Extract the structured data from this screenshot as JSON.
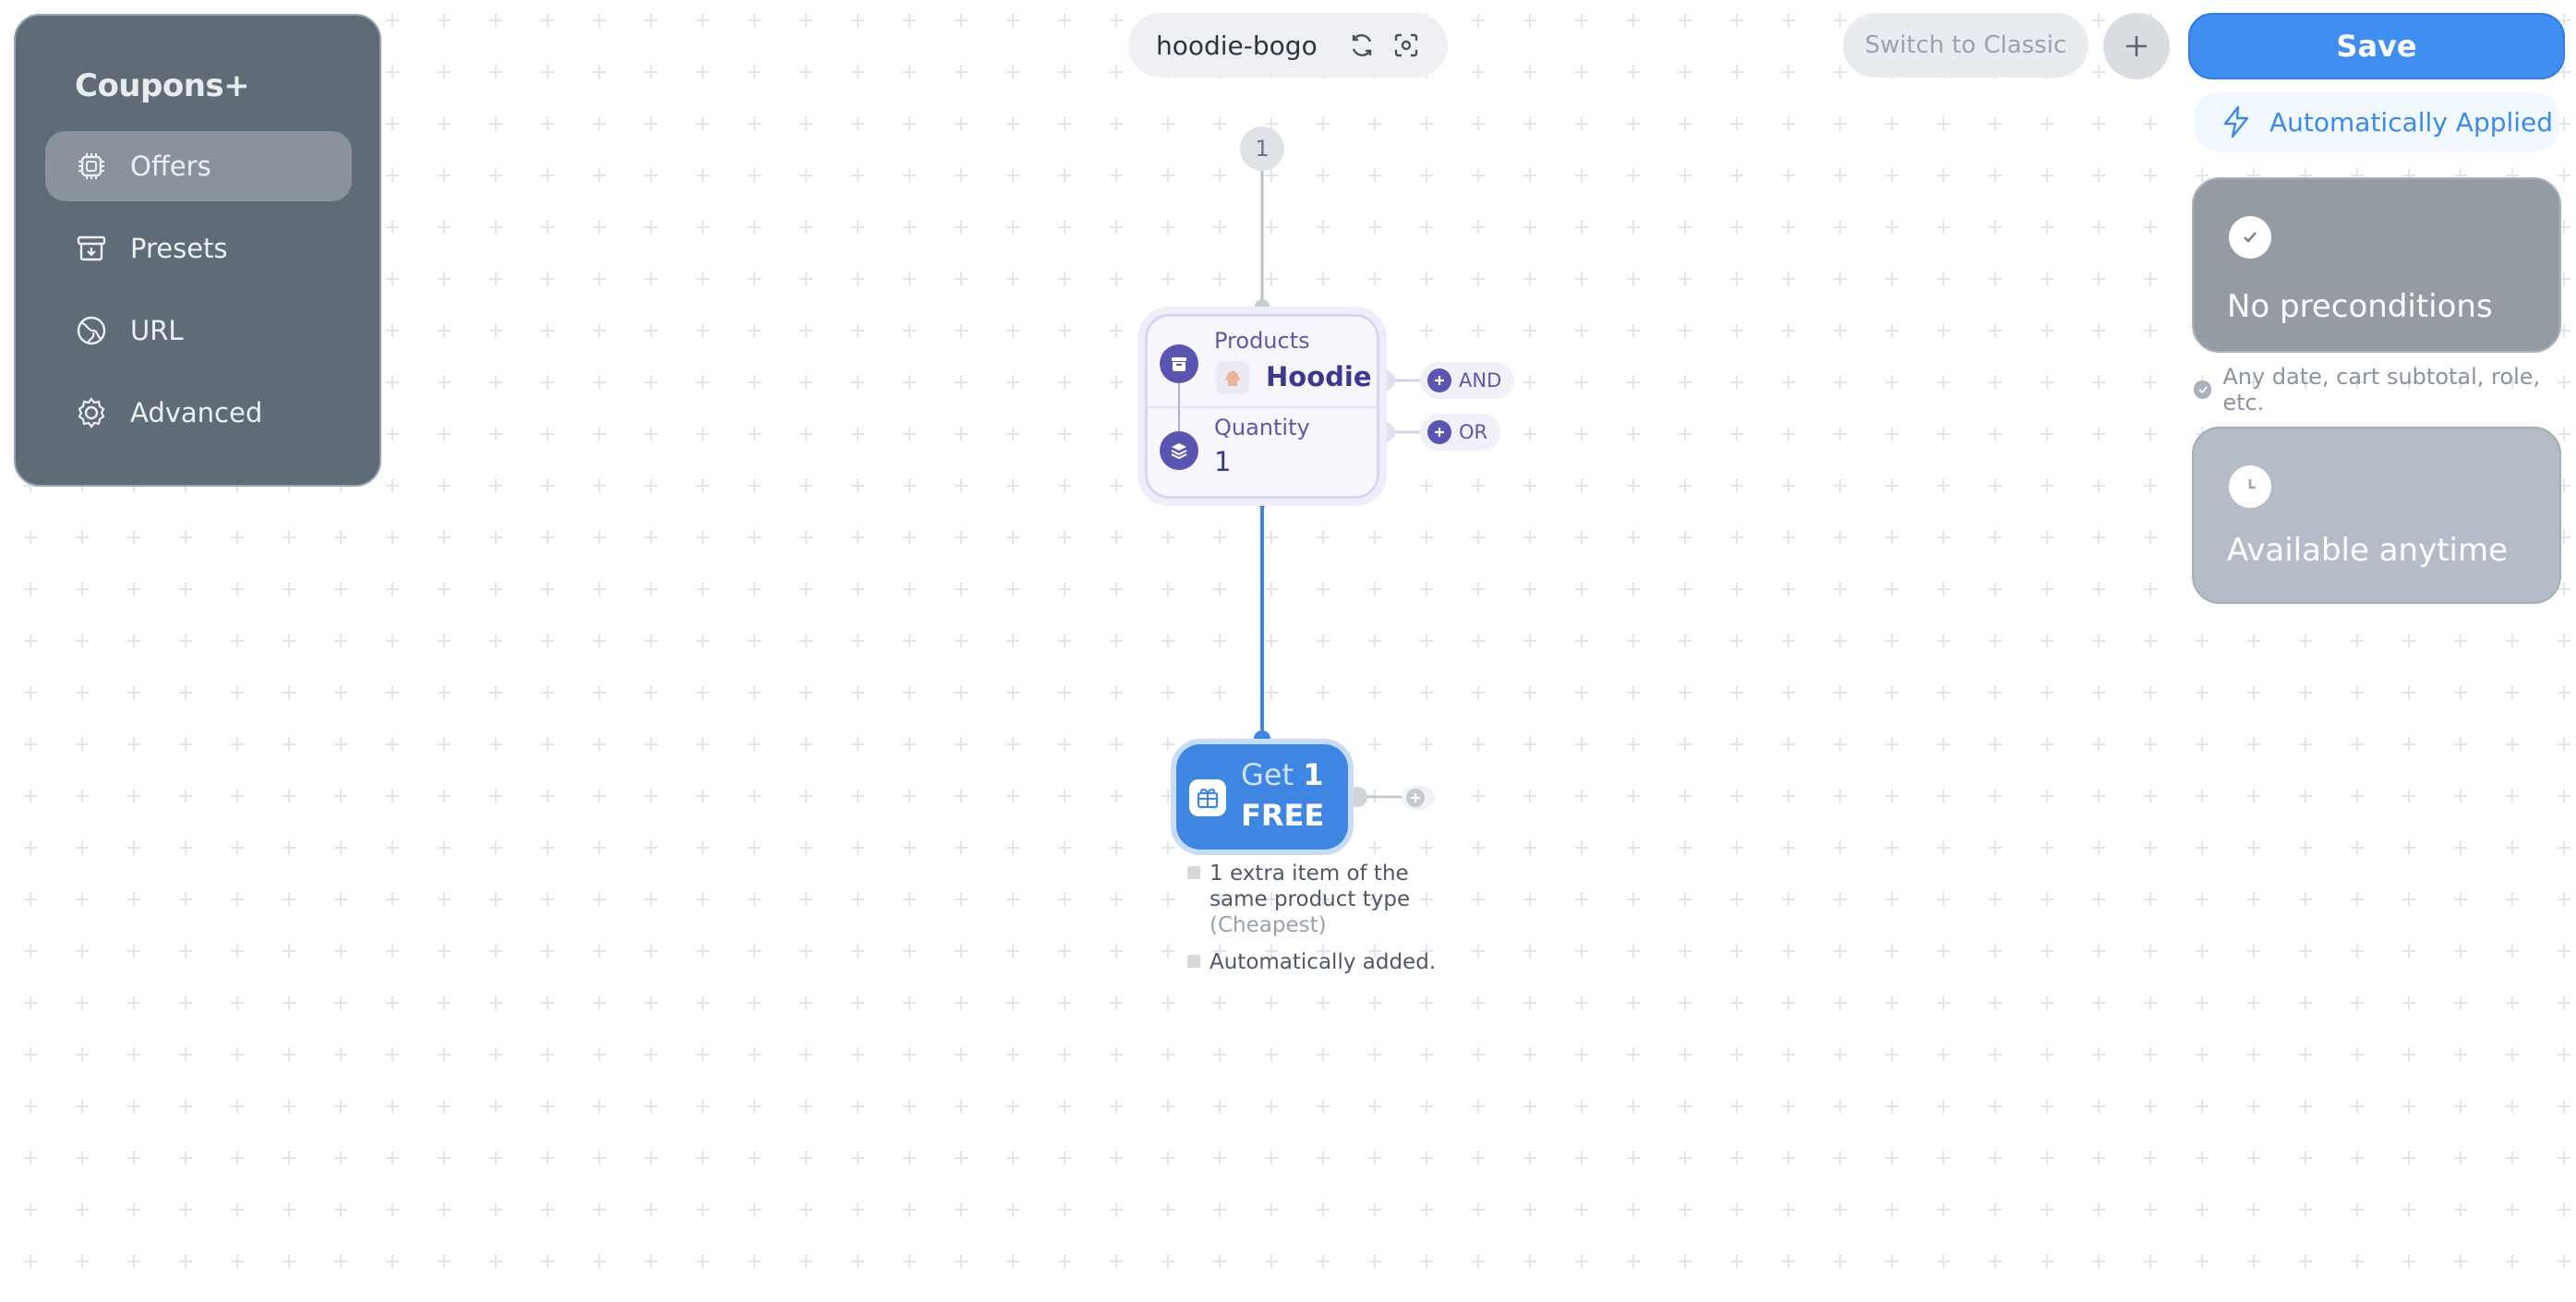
{
  "app": {
    "brand": "Coupons+"
  },
  "sidebar": {
    "items": [
      {
        "label": "Offers",
        "icon": "chip-icon",
        "active": true
      },
      {
        "label": "Presets",
        "icon": "archive-icon",
        "active": false
      },
      {
        "label": "URL",
        "icon": "globe-icon",
        "active": false
      },
      {
        "label": "Advanced",
        "icon": "gear-icon",
        "active": false
      }
    ]
  },
  "toolbar": {
    "offer_name": "hoodie-bogo",
    "switch_label": "Switch to Classic",
    "save_label": "Save"
  },
  "status": {
    "auto_applied": "Automatically Applied"
  },
  "preconditions": {
    "label": "No preconditions",
    "note": "Any date, cart subtotal, role, etc."
  },
  "schedule": {
    "label": "Available anytime"
  },
  "flow": {
    "step": "1",
    "condition": {
      "products_label": "Products",
      "products_value": "Hoodie",
      "quantity_label": "Quantity",
      "quantity_value": "1",
      "and_label": "AND",
      "or_label": "OR"
    },
    "reward": {
      "get_word": "Get",
      "get_count": "1",
      "free_word": "FREE",
      "desc_line1": "1 extra item of the",
      "desc_line2": "same product type",
      "desc_qualifier": "(Cheapest)",
      "desc_added": "Automatically added."
    }
  },
  "colors": {
    "accent": "#3f8ef0",
    "condition": "#5a55b0",
    "sidebar": "#5f6b77"
  }
}
